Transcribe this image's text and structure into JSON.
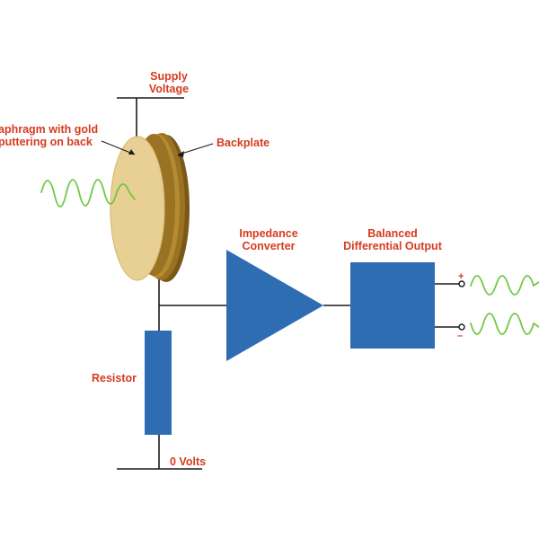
{
  "labels": {
    "supply_voltage_line1": "Supply",
    "supply_voltage_line2": "Voltage",
    "diaphragm_line1": "aphragm with gold",
    "diaphragm_line2": "puttering on back",
    "backplate": "Backplate",
    "impedance_line1": "Impedance",
    "impedance_line2": "Converter",
    "balanced_line1": "Balanced",
    "balanced_line2": "Differential Output",
    "resistor": "Resistor",
    "zero_volts": "0 Volts",
    "plus": "+",
    "minus": "–"
  },
  "colors": {
    "label": "#d63b1f",
    "component_blue": "#2f6db3",
    "diaphragm": "#e8cf93",
    "backplate": "#9a7223",
    "wave": "#6fc844",
    "wire": "#1a1a1a"
  }
}
